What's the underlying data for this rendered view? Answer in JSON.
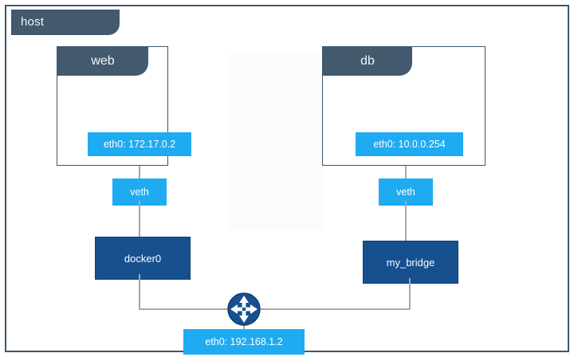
{
  "diagram": {
    "title": "host",
    "type": "container-network-topology",
    "colors": {
      "frame_border": "#3d566e",
      "tab_fill": "#43596d",
      "interface_fill": "#1fabf2",
      "bridge_fill": "#17508f",
      "link_line": "#a8a8a8",
      "router_fill": "#17508f",
      "background": "#ffffff"
    },
    "containers": [
      {
        "name": "web",
        "interface": "eth0: 172.17.0.2",
        "veth": "veth",
        "bridge": "docker0"
      },
      {
        "name": "db",
        "interface": "eth0: 10.0.0.254",
        "veth": "veth",
        "bridge": "my_bridge"
      }
    ],
    "host_interface": "eth0: 192.168.1.2",
    "router": {
      "icon": "router-icon",
      "label": ""
    }
  }
}
